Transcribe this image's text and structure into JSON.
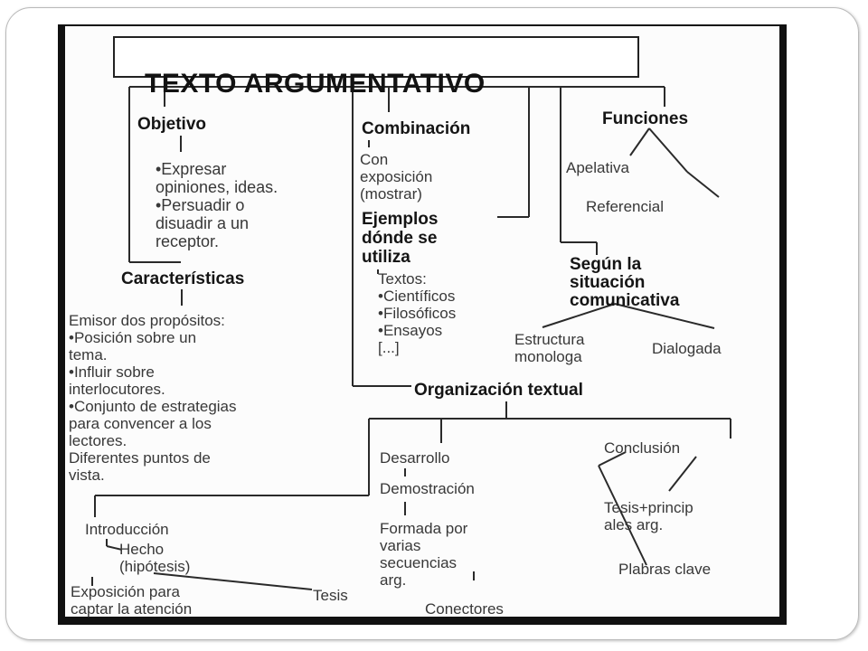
{
  "title": "TEXTO ARGUMENTATIVO",
  "objetivo": {
    "heading": "Objetivo",
    "body": "•Expresar\nopiniones, ideas.\n•Persuadir o\ndisuadir a un\nreceptor."
  },
  "combinacion": {
    "heading": "Combinación",
    "body": "Con\nexposición\n(mostrar)"
  },
  "funciones": {
    "heading": "Funciones",
    "items": [
      "Apelativa",
      "Referencial"
    ]
  },
  "ejemplos": {
    "heading": "Ejemplos\ndónde se\nutiliza",
    "body": "Textos:\n•Científicos\n•Filosóficos\n•Ensayos\n[...]"
  },
  "situacion": {
    "heading": "Según la\nsituación\ncomunicativa",
    "items": [
      "Estructura\nmonologa",
      "Dialogada"
    ]
  },
  "caracteristicas": {
    "heading": "Características",
    "body": "Emisor dos propósitos:\n•Posición sobre un\ntema.\n•Influir sobre\ninterlocutores.\n•Conjunto de estrategias\npara convencer a los\nlectores.\nDiferentes puntos de\nvista."
  },
  "organizacion": {
    "heading": "Organización textual",
    "desarrollo": {
      "label": "Desarrollo",
      "sub": "Demostración",
      "detail": "Formada por\nvarias\nsecuencias\narg.",
      "extra": "Conectores"
    },
    "introduccion": {
      "label": "Introducción",
      "hecho": "Hecho\n(hipótesis)",
      "exposicion": "Exposición para\ncaptar la atención",
      "tesis": "Tesis"
    },
    "conclusion": {
      "label": "Conclusión",
      "tesis": "Tesis+princip\nales arg.",
      "claves": "Plabras clave"
    }
  }
}
